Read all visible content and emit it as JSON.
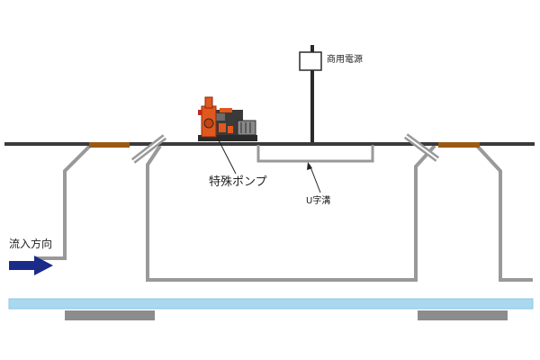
{
  "labels": {
    "power_source": "商用電源",
    "special_pump": "特殊ポンプ",
    "u_ditch": "U字溝",
    "inflow_direction": "流入方向"
  },
  "colors": {
    "ground_line": "#3a3a3a",
    "wall": "#999999",
    "manhole_lid": "#9a5a14",
    "water": "#a9d8f0",
    "footing": "#8c8c8c",
    "flow_arrow": "#1a2b8a",
    "pump_body": "#e0581e",
    "pump_frame": "#2a2a2a"
  },
  "icons": {
    "flow_arrow": "right-arrow-icon",
    "pump": "pump-icon"
  }
}
